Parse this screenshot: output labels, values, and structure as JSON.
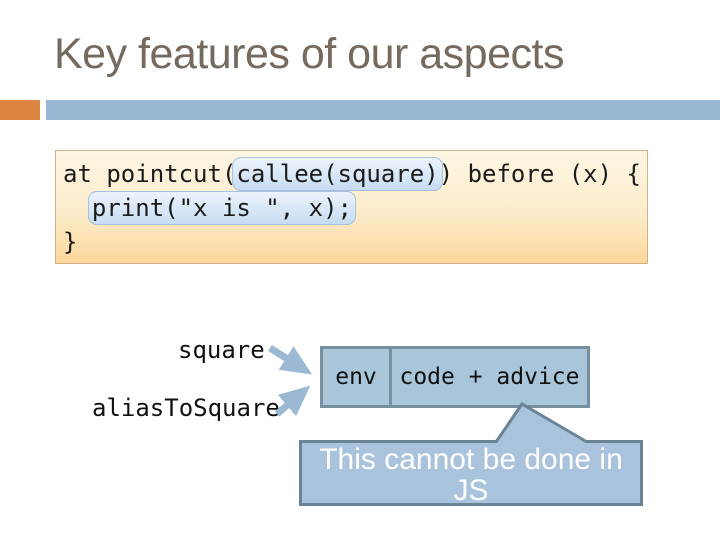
{
  "slide": {
    "title": "Key features of our aspects"
  },
  "code_block": {
    "line1_pre": "at pointcut(",
    "line1_highlight": "callee(square)",
    "line1_post": ") before (x) {",
    "line2_indent": "  ",
    "line2_highlight": "print(\"x is \", x);",
    "line3": "}"
  },
  "diagram": {
    "label_square": "square",
    "label_alias": "aliasToSquare",
    "env_cell": "env",
    "code_cell": "code + advice",
    "callout_text": "This cannot be done in JS"
  },
  "colors": {
    "accent_orange": "#dd8440",
    "accent_blue": "#98b7d3",
    "title_text": "#756a60",
    "code_bg_top": "#fdf6e4",
    "code_bg_bottom": "#fbd79b",
    "code_border": "#ccb286",
    "highlight_fill": "#c6dcf2",
    "highlight_border": "#a6c0dd",
    "box_fill": "#a9c5da",
    "box_border": "#76909f",
    "callout_fill": "#a8c3db",
    "callout_border": "#6b8396",
    "callout_text_color": "#ffffff",
    "arrow": "#9cb9d3"
  }
}
